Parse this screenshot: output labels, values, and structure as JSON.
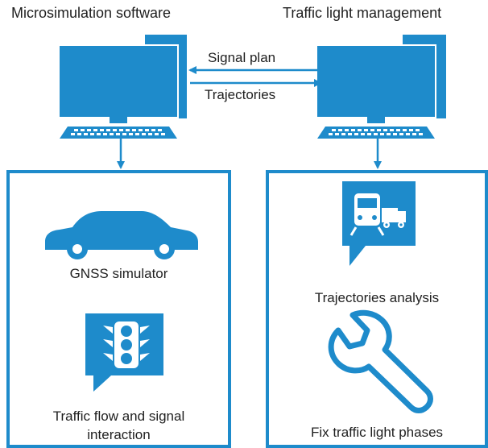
{
  "headings": {
    "left": "Microsimulation software",
    "right": "Traffic light management"
  },
  "arrows": {
    "top": "Signal plan",
    "bottom": "Trajectories"
  },
  "left_panel": {
    "item1": "GNSS simulator",
    "item2_line1": "Traffic flow and signal",
    "item2_line2": "interaction"
  },
  "right_panel": {
    "item1": "Trajectories analysis",
    "item2": "Fix traffic light phases"
  },
  "colors": {
    "accent": "#1e8bcb"
  },
  "icons": [
    "computer-icon",
    "car-icon",
    "traffic-light-icon",
    "train-truck-icon",
    "wrench-icon"
  ]
}
